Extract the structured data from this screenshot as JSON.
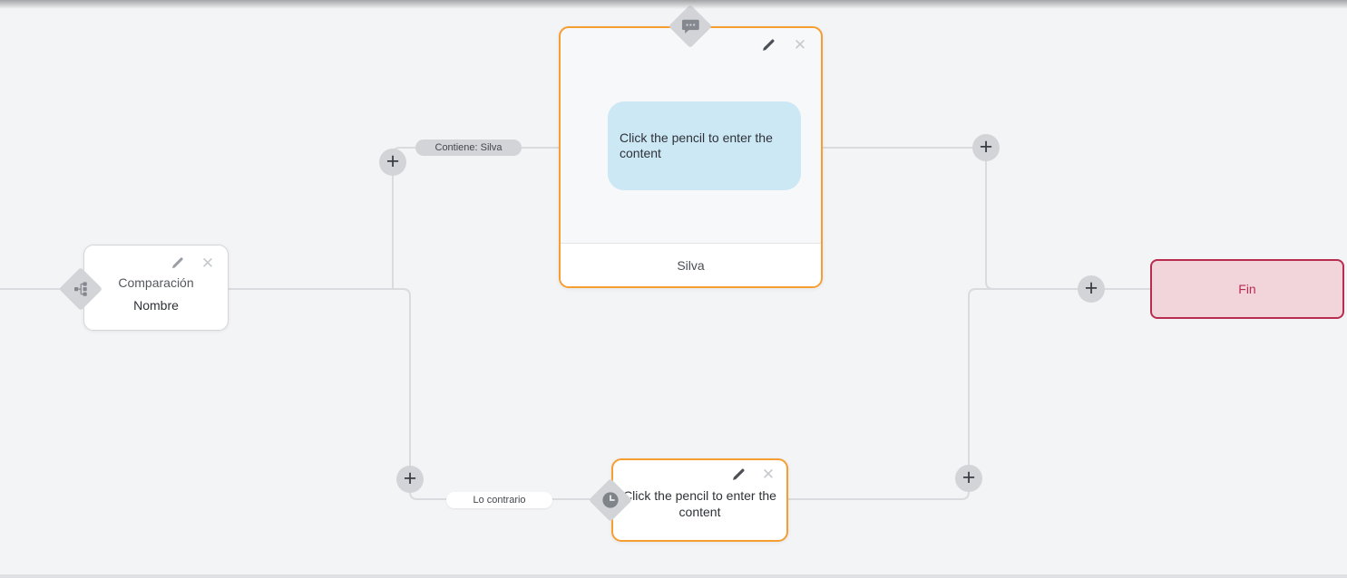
{
  "colors": {
    "canvas_bg": "#f3f4f6",
    "connector": "#d9dbde",
    "accent_orange": "#f79e31",
    "bubble_blue": "#cce8f5",
    "end_bg": "#f2d5db",
    "end_accent": "#b82d4f",
    "badge_gray": "#d2d4d8"
  },
  "ui": {
    "plus_glyph": "+",
    "close_glyph": "✕"
  },
  "condition_node": {
    "line1": "Comparación",
    "line2": "Nombre"
  },
  "message_node": {
    "bubble_text": "Click the pencil to enter the content",
    "footer_label": "Silva"
  },
  "delay_node": {
    "text": "Click the pencil to enter the content"
  },
  "end_node": {
    "label": "Fin"
  },
  "edge_labels": {
    "top": "Contiene: Silva",
    "bottom": "Lo contrario"
  }
}
